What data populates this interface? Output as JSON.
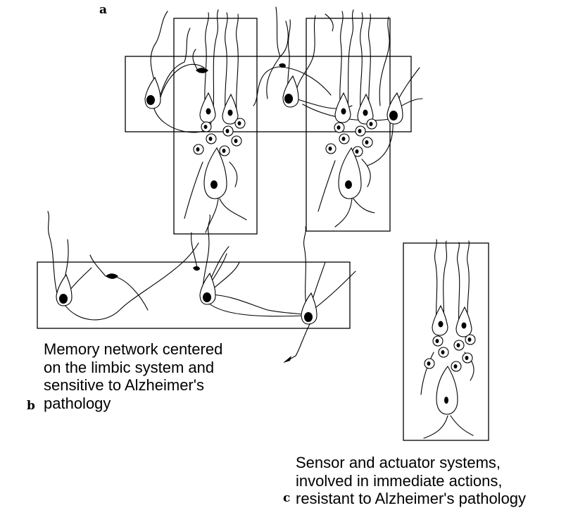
{
  "labels": {
    "panel_a": "a",
    "panel_b": "b",
    "panel_c": "c"
  },
  "captions": {
    "memory_network": "Memory network centered\non the limbic system and\nsensitive to Alzheimer's\npathology",
    "sensor_actuator": "Sensor and actuator systems,\ninvolved in immediate actions,\nresistant to Alzheimer's pathology"
  },
  "colors": {
    "ink": "#000000",
    "background": "#ffffff"
  }
}
